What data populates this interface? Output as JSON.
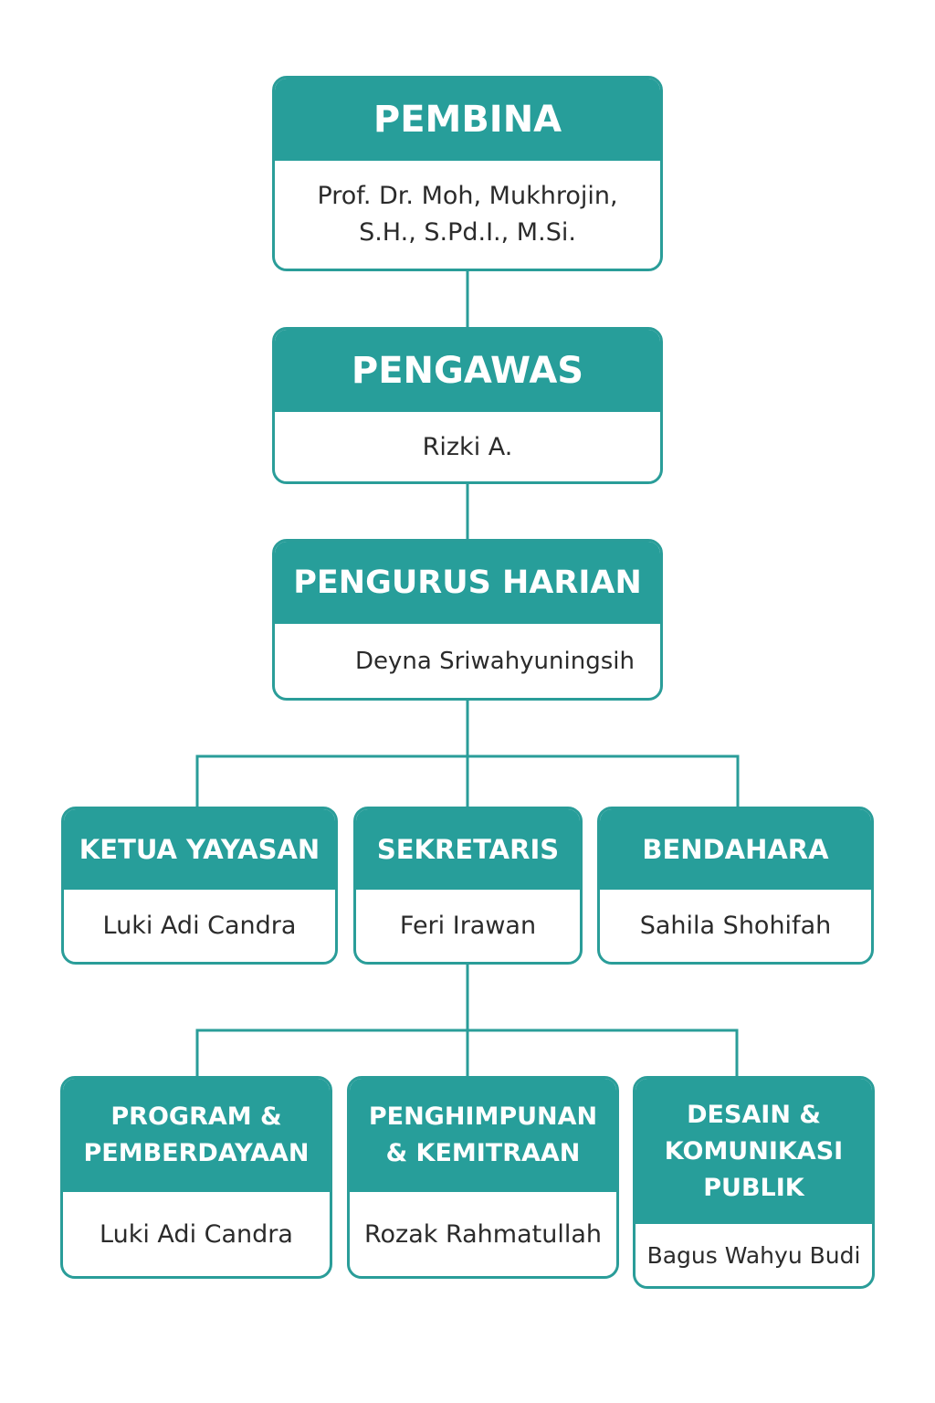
{
  "colors": {
    "header_bg": "#279e9a",
    "border": "#2a9d99",
    "connector": "#2a9d99",
    "body_text": "#2b2b2b",
    "header_text": "#ffffff"
  },
  "nodes": {
    "pembina": {
      "title": "PEMBINA",
      "name_lines": [
        "Prof. Dr. Moh, Mukhrojin,",
        "S.H., S.Pd.I., M.Si."
      ]
    },
    "pengawas": {
      "title": "PENGAWAS",
      "name": "Rizki A."
    },
    "pengurus_harian": {
      "title": "PENGURUS HARIAN",
      "name": "Deyna Sriwahyuningsih"
    },
    "ketua_yayasan": {
      "title": "KETUA YAYASAN",
      "name": "Luki Adi Candra"
    },
    "sekretaris": {
      "title": "SEKRETARIS",
      "name": "Feri Irawan"
    },
    "bendahara": {
      "title": "BENDAHARA",
      "name": "Sahila Shohifah"
    },
    "program": {
      "title_lines": [
        "PROGRAM &",
        "PEMBERDAYAAN"
      ],
      "name": "Luki Adi Candra"
    },
    "penghimpunan": {
      "title_lines": [
        "PENGHIMPUNAN",
        "& KEMITRAAN"
      ],
      "name": "Rozak Rahmatullah"
    },
    "desain": {
      "title_lines": [
        "DESAIN &",
        "KOMUNIKASI",
        "PUBLIK"
      ],
      "name": "Bagus Wahyu Budi"
    }
  }
}
